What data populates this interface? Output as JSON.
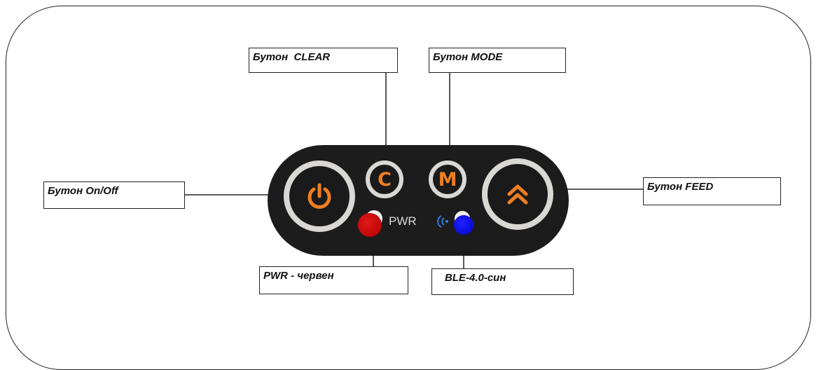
{
  "labels": {
    "clear": "Бутон  CLEAR",
    "mode": "Бутон MODE",
    "onoff": "Бутон On/Off",
    "feed": "Бутон FEED",
    "pwr": "PWR - червен",
    "ble": "BLE-4.0-син"
  },
  "panel": {
    "pwr_text": "PWR",
    "clear_glyph": "C",
    "mode_glyph": "M"
  },
  "colors": {
    "panel": "#1c1c1d",
    "ring": "#d9d8d4",
    "accent_orange": "#ee7e21",
    "led_red": "#cc0000",
    "led_blue": "#0000ee"
  },
  "icons": {
    "power": "power-icon",
    "feed": "double-chevron-up-icon",
    "ble": "wireless-signal-icon"
  }
}
